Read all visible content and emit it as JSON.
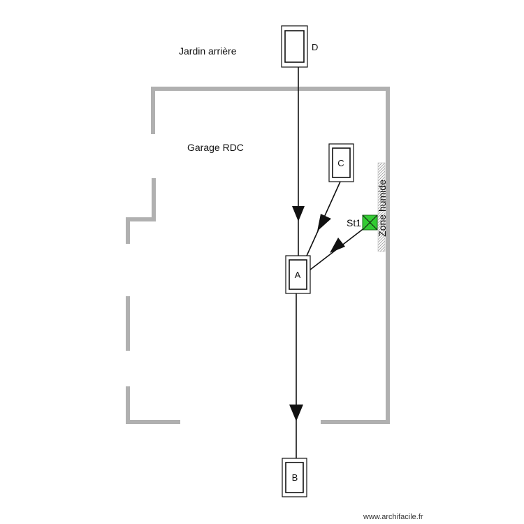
{
  "labels": {
    "garden": "Jardin arrière",
    "garage": "Garage RDC",
    "humid_zone": "Zone humide",
    "station": "St1"
  },
  "boxes": {
    "a": "A",
    "b": "B",
    "c": "C",
    "d": "D"
  },
  "footer": {
    "watermark": "www.archifacile.fr"
  },
  "colors": {
    "walls": "#b0b0b0",
    "pipes": "#111111",
    "station_fill": "#33cc33",
    "background": "#ffffff"
  },
  "icons": {
    "station": "green-crossed-square-icon",
    "humid_zone": "hatched-strip-icon"
  }
}
